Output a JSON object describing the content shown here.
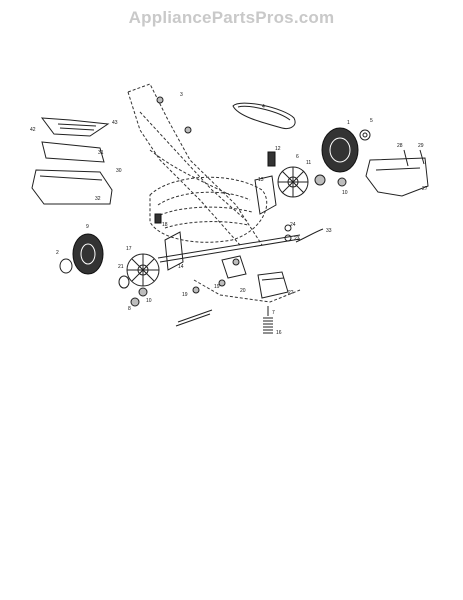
{
  "watermark": "AppliancePartsPros.com",
  "callouts": [
    "1",
    "2",
    "3",
    "4",
    "5",
    "6",
    "7",
    "8",
    "9",
    "10",
    "11",
    "12",
    "13",
    "14",
    "15",
    "16",
    "17",
    "18",
    "19",
    "20",
    "21",
    "22",
    "23",
    "24",
    "25",
    "26",
    "27",
    "28",
    "29",
    "30",
    "31",
    "32",
    "33",
    "42",
    "43"
  ]
}
